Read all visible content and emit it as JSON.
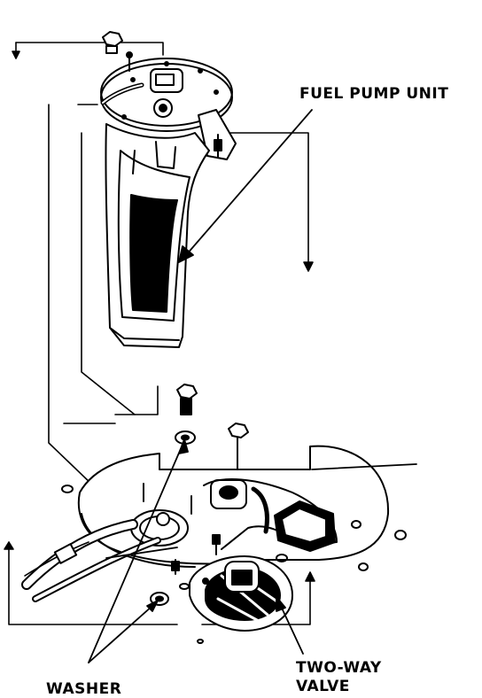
{
  "labels": {
    "fuel_pump_unit": "FUEL PUMP UNIT",
    "two_way_valve_line1": "TWO-WAY",
    "two_way_valve_line2": "VALVE",
    "washer": "WASHER"
  },
  "colors": {
    "ink": "#000000",
    "paper": "#ffffff"
  }
}
